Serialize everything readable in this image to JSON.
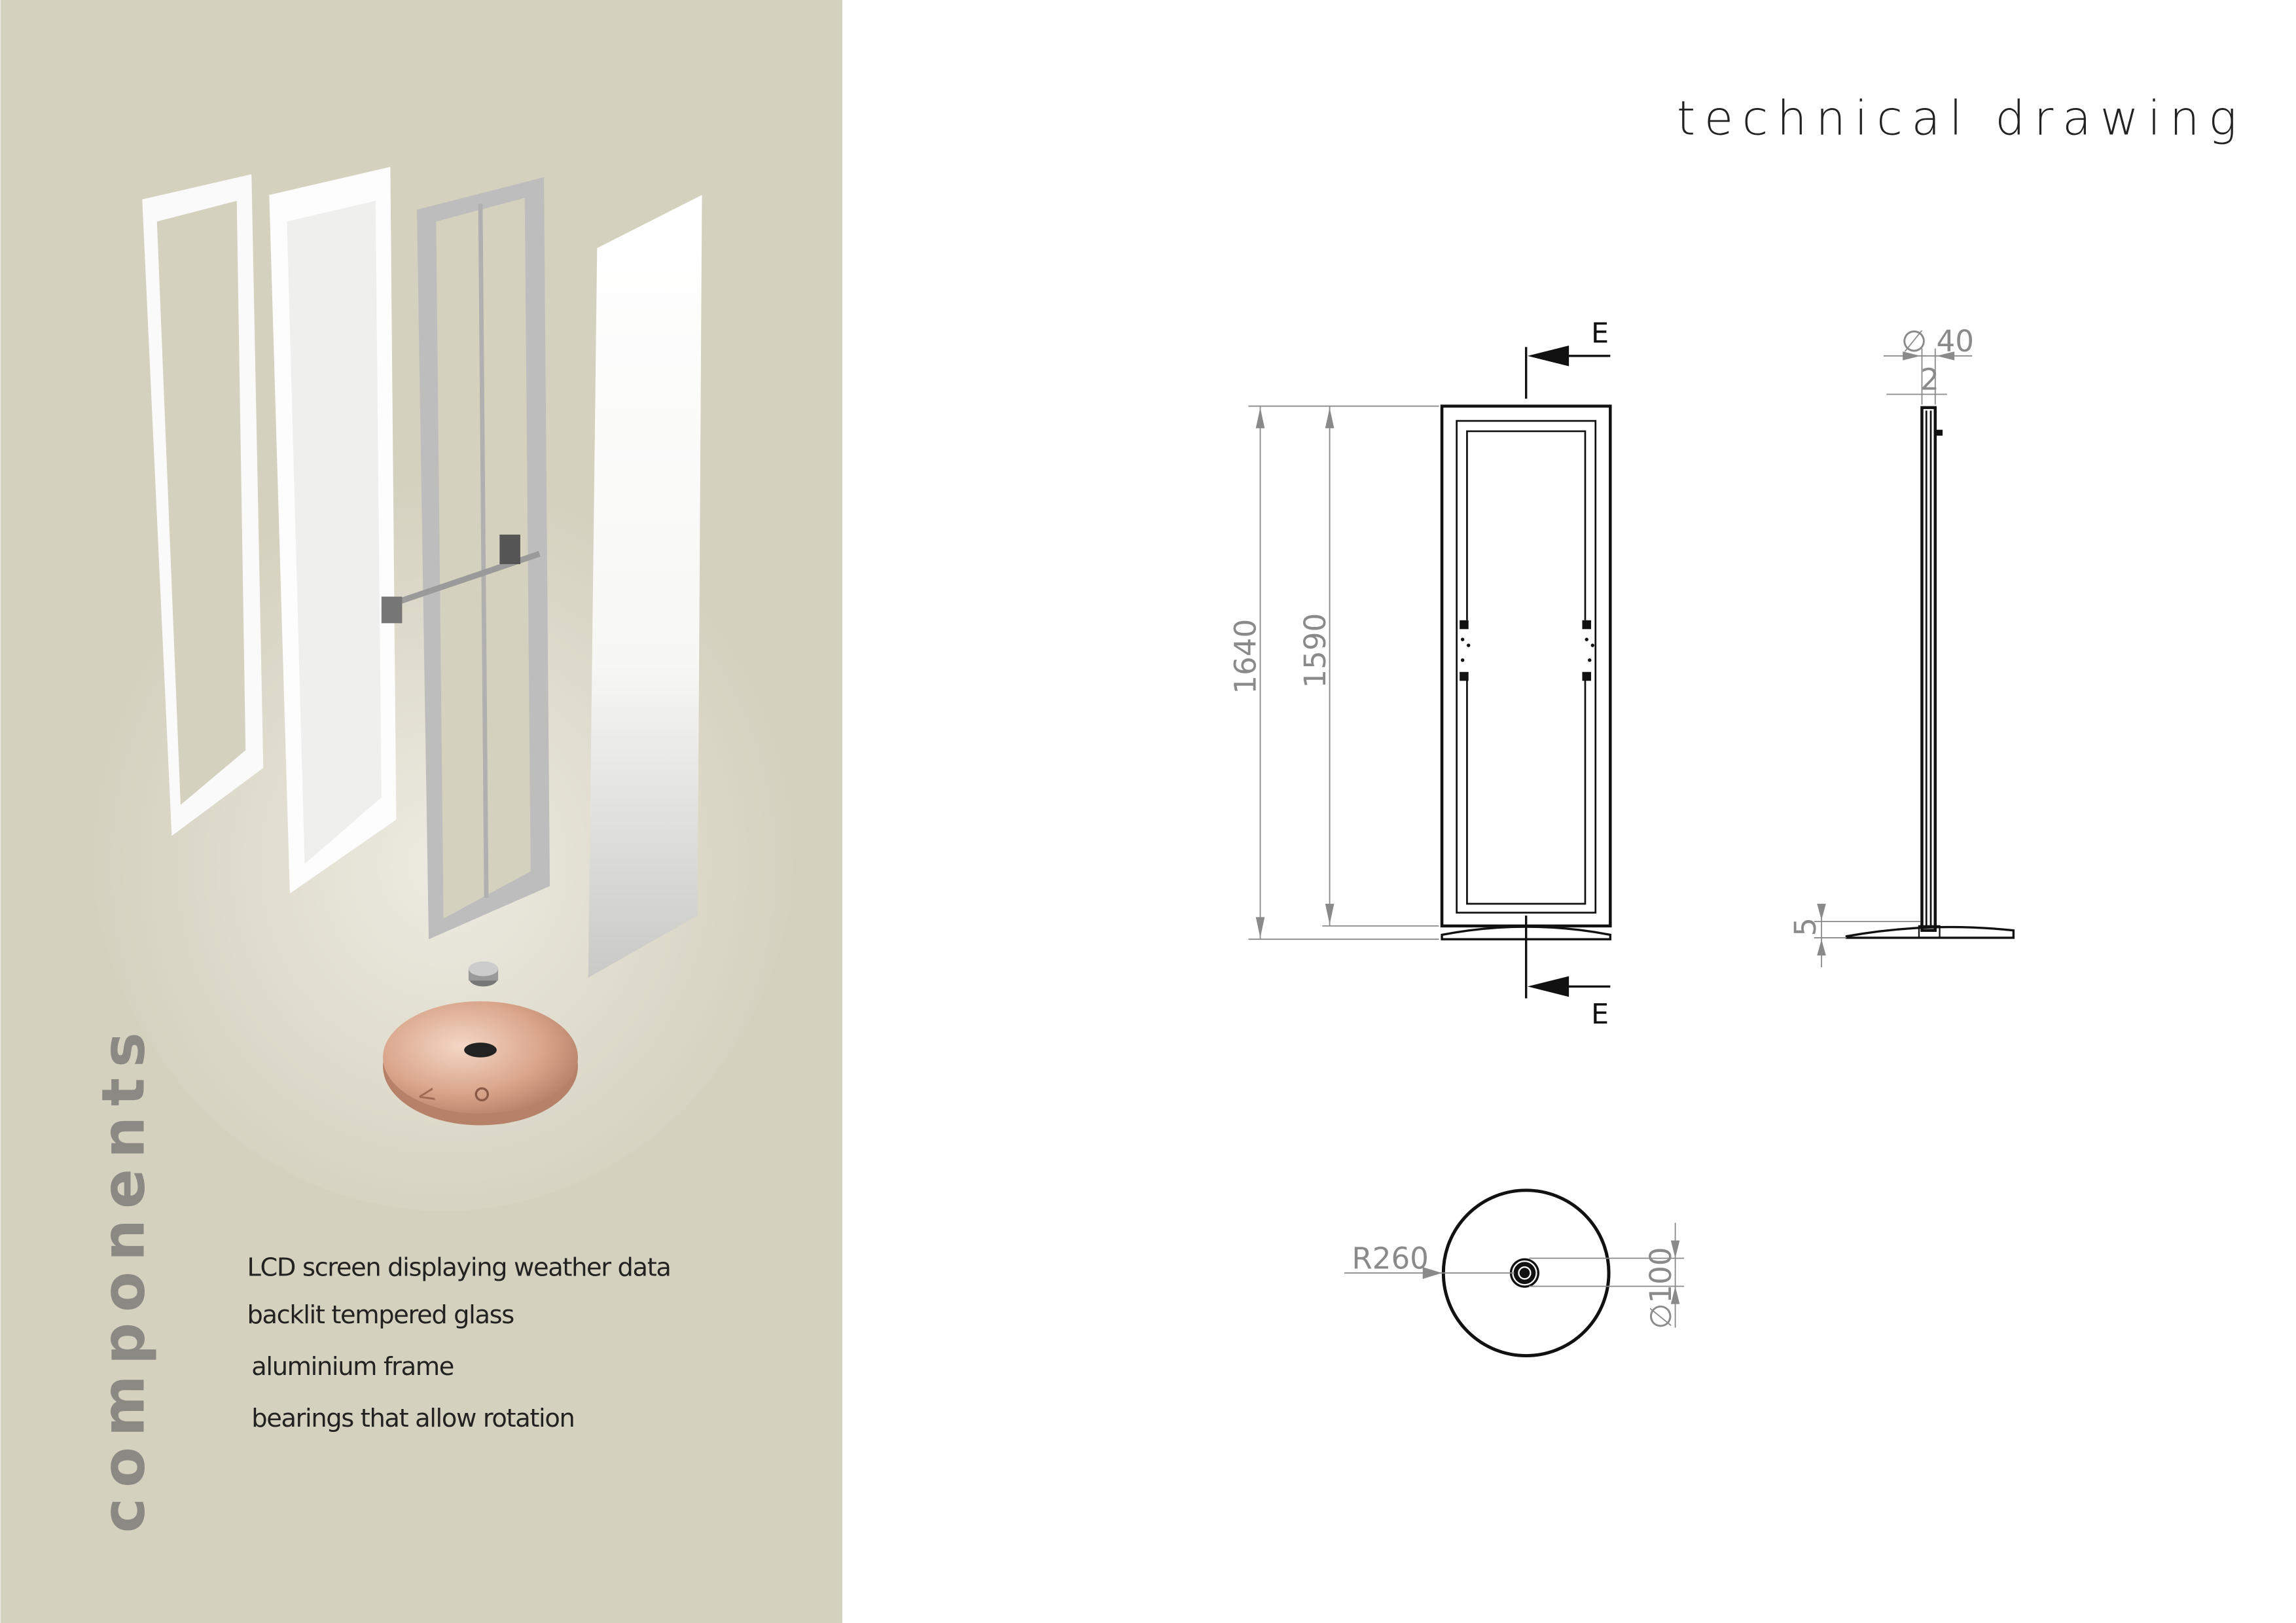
{
  "title": "technical drawing",
  "components_heading": "components",
  "components": [
    "LCD screen displaying weather data",
    "backlit tempered glass",
    "aluminium frame",
    "bearings that allow rotation"
  ],
  "drawing": {
    "section_label_top": "E",
    "section_label_bottom": "E",
    "dim_total_height": "1640",
    "dim_frame_height": "1590",
    "dim_pole_diameter": "∅ 40",
    "dim_wall": "2",
    "dim_base_thickness": "5",
    "dim_base_radius": "R260",
    "dim_hole_diameter": "∅100"
  },
  "colors": {
    "panel_bg": "#d5d1bf",
    "copper": "#d9a58a"
  }
}
